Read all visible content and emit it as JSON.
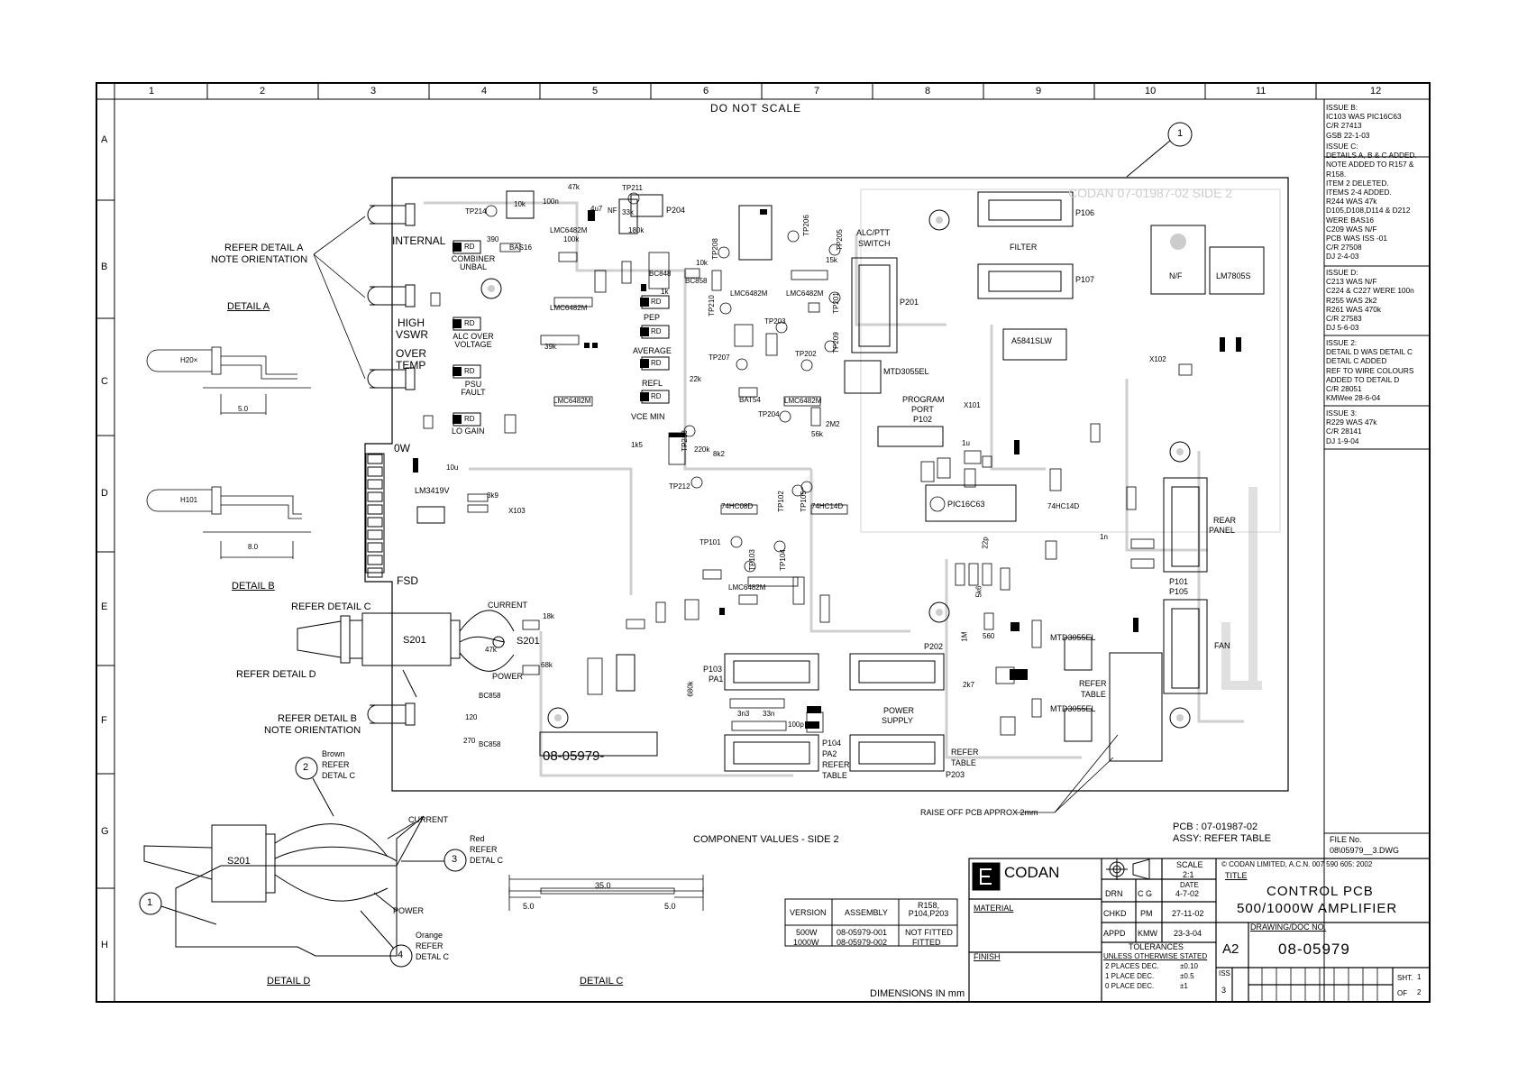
{
  "sheet": {
    "col_labels": [
      "1",
      "2",
      "3",
      "4",
      "5",
      "6",
      "7",
      "8",
      "9",
      "10",
      "11",
      "12"
    ],
    "row_labels": [
      "A",
      "B",
      "C",
      "D",
      "E",
      "F",
      "G",
      "H"
    ],
    "do_not_scale": "DO NOT SCALE",
    "component_values_label": "COMPONENT VALUES - SIDE 2",
    "dimensions_label": "DIMENSIONS IN mm",
    "raise_off_label": "RAISE OFF PCB APPROX 2mm",
    "pcb_number": "PCB : 07-01987-02",
    "assy_label": "ASSY: REFER TABLE",
    "board_watermark": "CODAN 07-01987-02  SIDE 2",
    "drawing_number_on_board": "08-05979-"
  },
  "callouts": {
    "item1": "1",
    "item2": "2",
    "item3": "3",
    "item4": "4",
    "item1_detail": "1"
  },
  "leds": {
    "refer_a": "REFER DETAIL A",
    "note_orientation_a": "NOTE ORIENTATION",
    "internal": "INTERNAL",
    "high": "HIGH",
    "vswr": "VSWR",
    "over": "OVER",
    "temp": "TEMP",
    "zero_w": "0W",
    "fsd": "FSD"
  },
  "details": {
    "a_title": "DETAIL  A",
    "a_part": "H20×",
    "a_dim": "5.0",
    "b_title": "DETAIL  B",
    "b_part": "H101",
    "b_dim": "8.0",
    "c_title": "DETAIL  C",
    "c_dim_total": "35.0",
    "c_dim_left": "5.0",
    "c_dim_right": "5.0",
    "d_title": "DETAIL  D",
    "d_switch": "S201",
    "d_brown": "Brown",
    "d_refer_2": "REFER",
    "d_detal_2": "DETAL  C",
    "d_current": "CURRENT",
    "d_red": "Red",
    "d_refer_3": "REFER",
    "d_detal_3": "DETAL  C",
    "d_power": "POWER",
    "d_orange": "Orange",
    "d_refer_4": "REFER",
    "d_detal_4": "DETAL  C"
  },
  "switch_area": {
    "refer_c": "REFER DETAIL C",
    "refer_d": "REFER DETAIL D",
    "refer_b": "REFER DETAIL B",
    "note_orientation_b": "NOTE ORIENTATION",
    "s201": "S201",
    "s201_b": "S201",
    "current": "CURRENT",
    "power": "POWER",
    "r18k": "18k",
    "r47k": "47k",
    "r68k": "68k",
    "bc858a": "BC858",
    "bc858b": "BC858",
    "r120": "120",
    "r270": "270"
  },
  "board": {
    "indicator_labels": [
      "COMBINER UNBAL",
      "ALC OVER VOLTAGE",
      "PSU FAULT",
      "LO GAIN"
    ],
    "right_indicators": [
      "PEP",
      "AVERAGE",
      "REFL",
      "VCE MIN"
    ],
    "rd": "RD",
    "alc_ptt": "ALC/PTT",
    "switch": "SWITCH",
    "filter": "FILTER",
    "nf": "N/F",
    "lm7805": "LM7805S",
    "a5841": "A5841SLW",
    "mtd_a": "MTD3055EL",
    "mtd_b": "MTD3055EL",
    "mtd_c": "MTD3055EL",
    "program_port": "PROGRAM",
    "port": "PORT",
    "p102": "P102",
    "pic": "PIC16C63",
    "lm3419": "LM3419V",
    "rear_panel": "REAR",
    "panel": "PANEL",
    "fan": "FAN",
    "p106": "P106",
    "p107": "P107",
    "p201": "P201",
    "p204": "P204",
    "p101": "P101",
    "p105": "P105",
    "p202": "P202",
    "p203": "P203",
    "p103": "P103",
    "pa1": "PA1",
    "p104": "P104",
    "pa2": "PA2",
    "refer_table_a": "REFER",
    "table_a": "TABLE",
    "refer_table_b": "REFER",
    "table_b": "TABLE",
    "refer_table_c": "REFER",
    "table_c": "TABLE",
    "power": "POWER",
    "supply": "SUPPLY",
    "x101": "X101",
    "x102": "X102",
    "x103": "X103",
    "lmc_labels": [
      "LMC6482M",
      "LMC6482M",
      "LMC6482M",
      "LMC6482M",
      "LMC6482M",
      "LMC6482M",
      "LMC6482M"
    ],
    "hc_labels": [
      "74HC08D",
      "74HC14D",
      "74HC14D"
    ],
    "tp_labels": [
      "TP214",
      "TP211",
      "TP208",
      "TP206",
      "TP205",
      "TP210",
      "TP203",
      "TP201",
      "TP209",
      "TP202",
      "TP207",
      "TP204",
      "TP213",
      "TP212",
      "TP101",
      "TP103",
      "TP104",
      "TP102",
      "TP105"
    ],
    "misc_values": [
      "10k",
      "100n",
      "47k",
      "4u7",
      "NF",
      "100k",
      "33k",
      "180k",
      "390",
      "BAS16",
      "BC848",
      "1k",
      "10k",
      "22k",
      "220k",
      "BC858",
      "39k",
      "1u",
      "15k",
      "8k2",
      "3k9",
      "1k5",
      "2M2",
      "56k",
      "4k7",
      "3n3",
      "33n",
      "100p",
      "680k",
      "560",
      "2k7",
      "1M",
      "22p",
      "5k6",
      "1n",
      "10u",
      "BAT54"
    ]
  },
  "revisions": {
    "issue_b": "ISSUE B:\nIC103 WAS PIC16C63\nC/R 27413\nGSB 22-1-03",
    "issue_c": "ISSUE C:\nDETAILS A, B & C ADDED.\nNOTE ADDED TO R157 &\nR158.\nITEM 2 DELETED.\nITEMS 2-4 ADDED.\nR244 WAS 47k\nD105,D108,D114 & D212\nWERE BAS16\nC209 WAS N/F\nPCB WAS ISS -01\nC/R 27508\nDJ 2-4-03",
    "issue_d": "ISSUE D:\nC213 WAS N/F\nC224 & C227 WERE 100n\nR255 WAS 2k2\nR261 WAS 470k\nC/R 27583\nDJ 5-6-03",
    "issue_2": "ISSUE 2:\nDETAIL D WAS DETAIL C\nDETAIL C ADDED\nREF TO WIRE COLOURS\nADDED TO DETAIL D\nC/R 28051\nKMWee 28-6-04",
    "issue_3": "ISSUE 3:\nR229 WAS 47k\nC/R 28141\nDJ 1-9-04"
  },
  "version_table": {
    "headers": [
      "VERSION",
      "ASSEMBLY",
      "R158, P104,P203"
    ],
    "row1": [
      "500W",
      "08-05979-001",
      "NOT FITTED"
    ],
    "row2": [
      "1000W",
      "08-05979-002",
      "FITTED"
    ]
  },
  "title_block": {
    "file_no_label": "FILE No.",
    "file_no": "08\\05979__3.DWG",
    "company": "CODAN",
    "material": "MATERIAL",
    "finish": "FINISH",
    "scale_label": "SCALE",
    "scale": "2:1",
    "date_label": "DATE",
    "drn": "DRN",
    "drn_by": "C  G",
    "drn_date": "4-7-02",
    "chkd": "CHKD",
    "chkd_by": "PM",
    "chkd_date": "27-11-02",
    "appd": "APPD",
    "appd_by": "KMW",
    "appd_date": "23-3-04",
    "tolerances": "TOLERANCES",
    "unless": "UNLESS OTHERWISE STATED",
    "tol_2": "2  PLACES DEC.",
    "tol_2v": "±0.10",
    "tol_1": "1  PLACE DEC.",
    "tol_1v": "±0.5",
    "tol_0": "0  PLACE DEC.",
    "tol_0v": "±1",
    "copyright": "© CODAN LIMITED, A.C.N. 007 590 605:  2002",
    "title_label": "TITLE",
    "title1": "CONTROL  PCB",
    "title2": "500/1000W  AMPLIFIER",
    "drawing_label": "DRAWING/DOC NO.",
    "size": "A2",
    "drawing_no": "08-05979",
    "iss_label": "ISS",
    "iss": "3",
    "sht_label": "SHT.",
    "sht": "1",
    "of_label": "OF",
    "of": "2"
  }
}
